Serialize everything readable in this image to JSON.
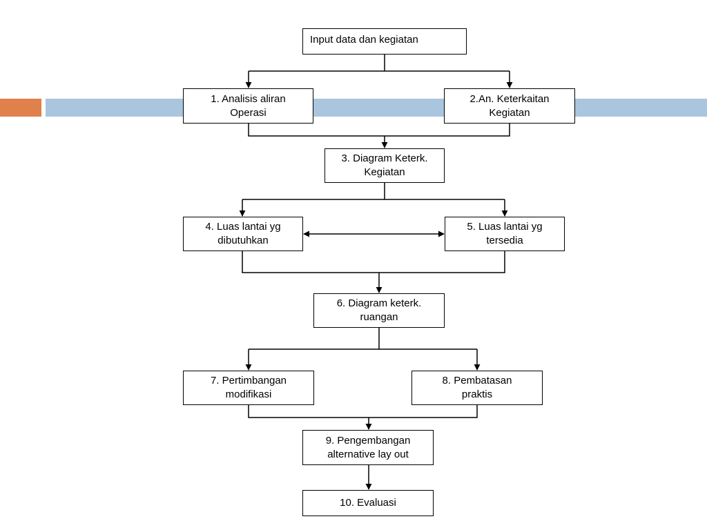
{
  "colors": {
    "band_accent": "#E0804A",
    "band_main": "#A9C6DE",
    "line": "#000000"
  },
  "nodes": {
    "input": "Input data dan kegiatan",
    "n1": "1. Analisis aliran\nOperasi",
    "n2": "2.An. Keterkaitan\nKegiatan",
    "n3": "3. Diagram Keterk.\nKegiatan",
    "n4": "4. Luas lantai yg\ndibutuhkan",
    "n5": "5. Luas lantai yg\ntersedia",
    "n6": "6. Diagram keterk.\nruangan",
    "n7": "7. Pertimbangan\nmodifikasi",
    "n8": "8. Pembatasan\npraktis",
    "n9": "9. Pengembangan\nalternative lay out",
    "n10": "10. Evaluasi"
  }
}
